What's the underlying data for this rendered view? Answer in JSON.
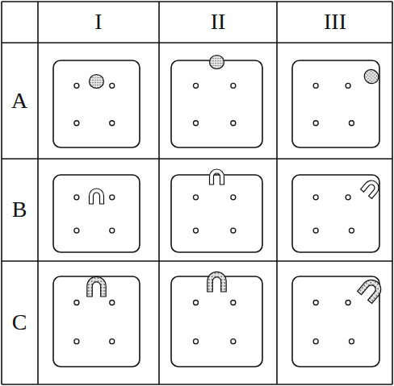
{
  "diagram": {
    "labels": [
      "I",
      "II",
      "III",
      "A",
      "B",
      "C"
    ]
  }
}
